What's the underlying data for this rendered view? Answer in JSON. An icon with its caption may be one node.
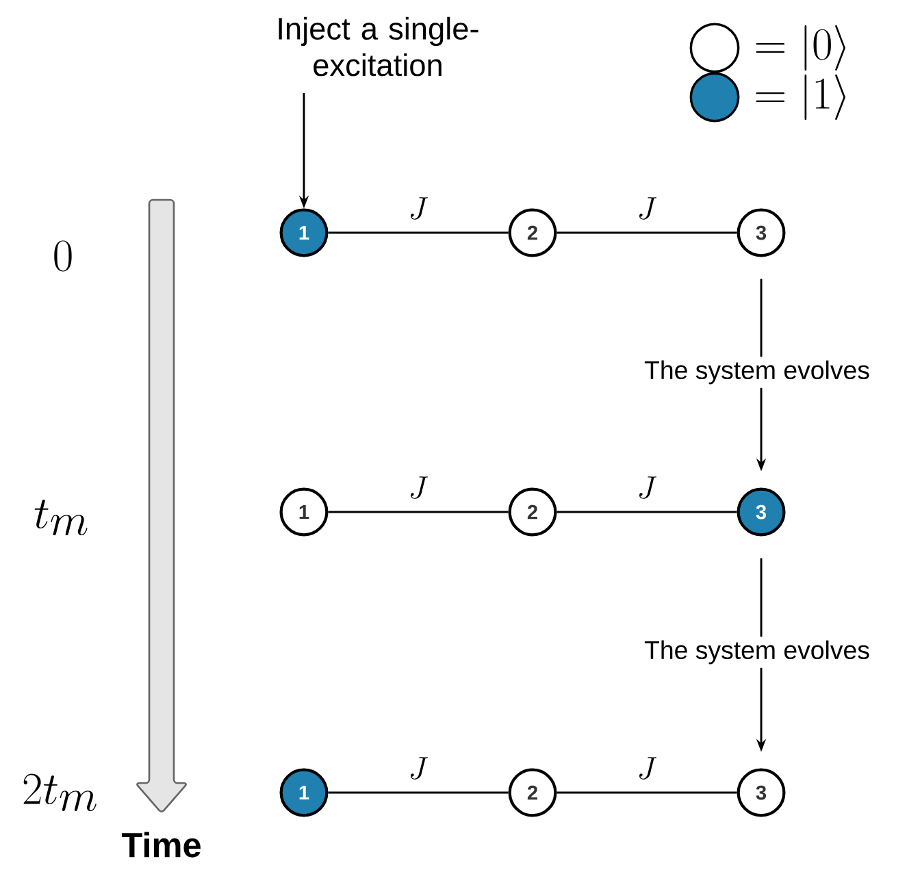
{
  "diagram": {
    "nodes": [
      {
        "text": [
          "Inject a single-excitation"
        ]
      },
      {
        "text": [
          "1"
        ]
      },
      {
        "text": [
          "2"
        ]
      },
      {
        "text": [
          "3"
        ]
      },
      {
        "text": [
          "1"
        ]
      },
      {
        "text": [
          "2"
        ]
      },
      {
        "text": [
          "3"
        ]
      },
      {
        "text": [
          "1"
        ]
      },
      {
        "text": [
          "2"
        ]
      },
      {
        "text": [
          "3"
        ]
      }
    ],
    "edges": [
      {
        "from": 0,
        "to": 1,
        "arrow": "to"
      },
      {
        "from": 1,
        "to": 2,
        "arrow": "none",
        "label": "J"
      },
      {
        "from": 2,
        "to": 3,
        "arrow": "none",
        "label": "J"
      },
      {
        "from": 3,
        "to": 6,
        "arrow": "to",
        "label": "The system evolves"
      },
      {
        "from": 4,
        "to": 5,
        "arrow": "none",
        "label": "J"
      },
      {
        "from": 5,
        "to": 6,
        "arrow": "none",
        "label": "J"
      },
      {
        "from": 6,
        "to": 9,
        "arrow": "to",
        "label": "The system evolves"
      },
      {
        "from": 7,
        "to": 8,
        "arrow": "none",
        "label": "J"
      },
      {
        "from": 8,
        "to": 9,
        "arrow": "none",
        "label": "J"
      }
    ],
    "labels": [
      "0",
      "t_m",
      "2t_m",
      "Time"
    ],
    "legend": [
      {
        "text": "= |0\\rangle"
      },
      {
        "text": "= |1\\rangle",
        "color": "#2080b0"
      }
    ]
  }
}
